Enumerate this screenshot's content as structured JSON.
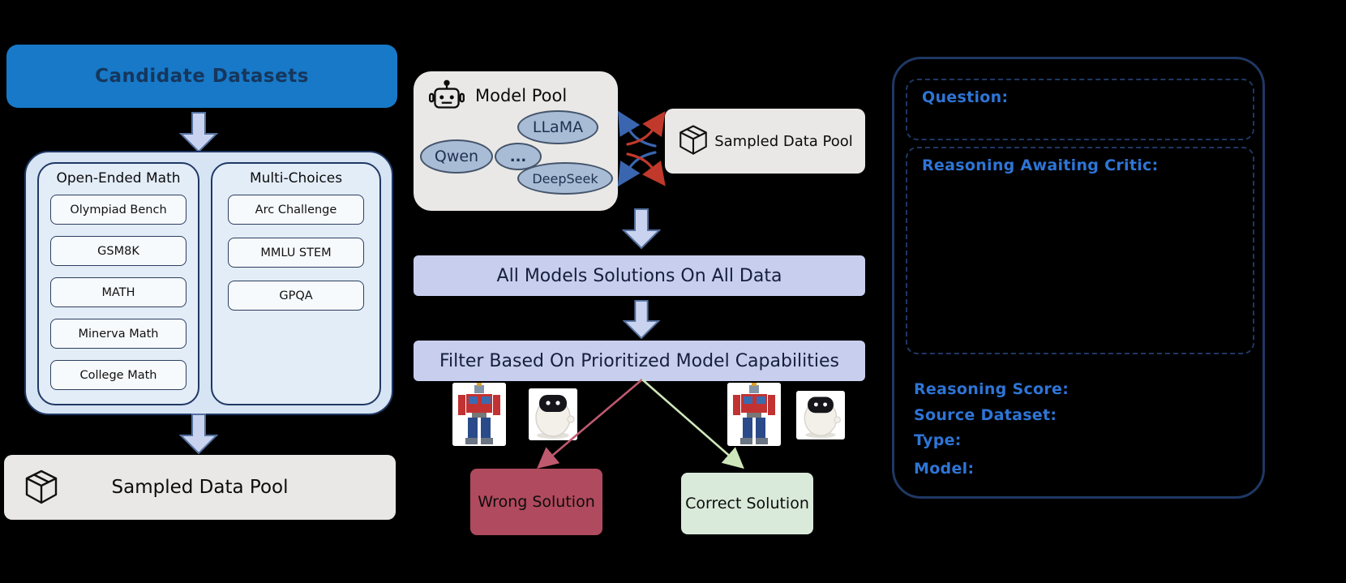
{
  "colors": {
    "background": "#000000",
    "header_blue": "#1779c8",
    "container_light_blue": "#d7e4f4",
    "border_navy": "#203864",
    "gray_box": "#e9e8e6",
    "lavender_box": "#c8cfee",
    "ellipse_fill": "#a9bcd6",
    "wrong_red": "#b04a5e",
    "correct_green": "#daeada",
    "label_blue": "#2e75d6",
    "arrow_fill": "#c9d3ef",
    "red_arrow": "#bf5a6e",
    "green_arrow": "#cde6bb"
  },
  "left_panel": {
    "header": "Candidate Datasets",
    "open_ended": {
      "title": "Open-Ended Math",
      "items": [
        "Olympiad Bench",
        "GSM8K",
        "MATH",
        "Minerva Math",
        "College Math"
      ]
    },
    "multi_choices": {
      "title": "Multi-Choices",
      "items": [
        "Arc Challenge",
        "MMLU STEM",
        "GPQA"
      ]
    },
    "sampled_pool_label": "Sampled Data Pool"
  },
  "middle_panel": {
    "model_pool_title": "Model Pool",
    "models": {
      "llama": "LLaMA",
      "qwen": "Qwen",
      "dots": "...",
      "deepseek": "DeepSeek"
    },
    "sampled_pool_label": "Sampled Data Pool",
    "all_solutions_label": "All Models Solutions On All Data",
    "filter_label": "Filter Based On Prioritized Model Capabilities",
    "wrong_label": "Wrong Solution",
    "correct_label": "Correct Solution"
  },
  "right_panel": {
    "question_label": "Question:",
    "reasoning_label": "Reasoning Awaiting Critic:",
    "fields": [
      "Reasoning Score:",
      "Source Dataset:",
      "Type:",
      "Model:"
    ]
  }
}
